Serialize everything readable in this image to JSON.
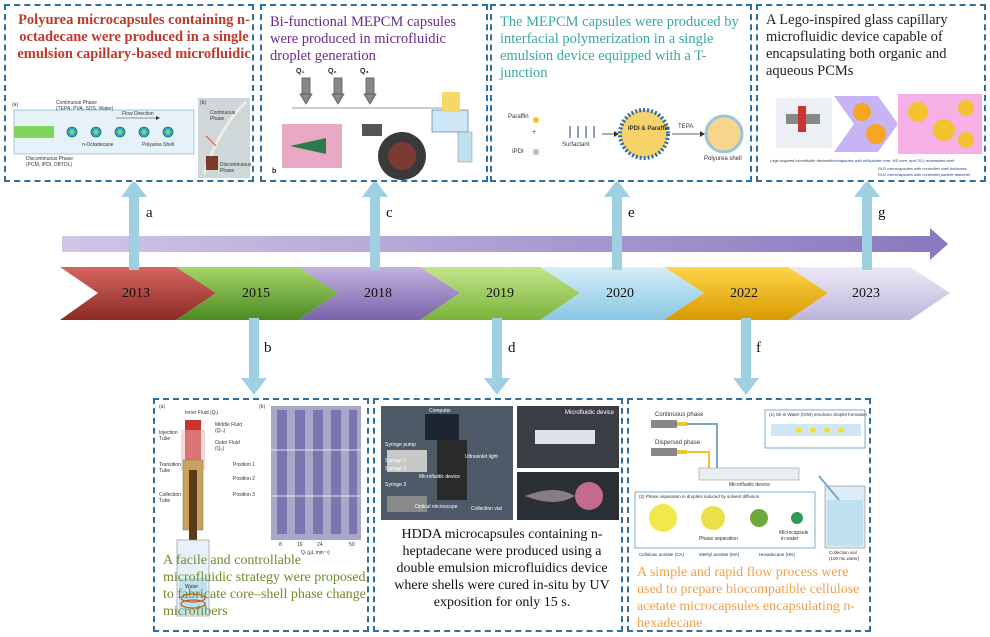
{
  "colors": {
    "border": "#2f6f9f",
    "arrow": "#9fd0e2",
    "timeline_bar": "#9a88c8"
  },
  "timeline": {
    "years": [
      {
        "label": "2013",
        "color": "#b3443d"
      },
      {
        "label": "2015",
        "color": "#7cba3e"
      },
      {
        "label": "2018",
        "color": "#9e86c6"
      },
      {
        "label": "2019",
        "color": "#9dcf55"
      },
      {
        "label": "2020",
        "color": "#a9dbee"
      },
      {
        "label": "2022",
        "color": "#f1bb1a"
      },
      {
        "label": "2023",
        "color": "#cdc7e2"
      }
    ]
  },
  "letters": {
    "a": "a",
    "b": "b",
    "c": "c",
    "d": "d",
    "e": "e",
    "f": "f",
    "g": "g"
  },
  "panels": {
    "a": {
      "title": "Polyurea microcapsules containing n-octadecane were produced in a single emulsion capillary-based microfluidic",
      "labels": {
        "sub_a": "(a)",
        "sub_b": "(b)",
        "continuous": "Continuous Phase",
        "continuous_detail": "(TEPA, PVA, SDS, Water)",
        "flow": "Flow Direction",
        "octadecane": "n-Octadecane",
        "shell": "Polyurea Shell",
        "discontinuous": "Discontinuous Phase",
        "discontinuous_detail": "(PCM, IPDI, DBTDL)",
        "b_continuous": "Continuous",
        "b_phase": "Phase",
        "b_discontinuous": "Discontinuous",
        "b_phase2": "Phase"
      }
    },
    "c": {
      "title": "Bi-functional MEPCM capsules were produced in microfluidic droplet generation",
      "labels": {
        "q1": "Q₁",
        "q2": "Q₂",
        "q3": "Q₃",
        "sub_b": "b"
      }
    },
    "e": {
      "title": "The MEPCM capsules were produced by interfacial polymerization in a single emulsion device equipped with a T-junction",
      "labels": {
        "paraffin": "Paraffin",
        "ipdi": "IPDI",
        "surfactant": "Surfactant",
        "core": "IPDI & Paraffin",
        "tepa": "TEPA",
        "shell": "Polyurea shell",
        "plus": "+"
      }
    },
    "g": {
      "title": "A Lego-inspired glass capillary microfluidic device capable of encapsulating both organic and aqueous PCMs",
      "labels": {
        "device": "Lego-inspired microfluidic device",
        "cap1": "Microcapsules with oil/hydrate core, NS core, and TiO₂ embedded shell",
        "cap2": "RO2 microcapsules with controlled shell thickness",
        "cap3": "RO2 microcapsules with controlled particle diameter"
      }
    },
    "b": {
      "title": "A facile and controllable microfluidic strategy were proposed to fabricate core–shell phase change microfibers",
      "labels": {
        "sub_a": "(a)",
        "sub_b": "(b)",
        "inner": "Inner Fluid (Qᵢ)",
        "middle": "Middle Fluid",
        "middle_q": "(Qₘ)",
        "outer": "Outer Fluid",
        "outer_q": "(Qₒ)",
        "injection": "Injection",
        "tube1": "Tube",
        "transition": "Transition",
        "tube2": "Tube",
        "collection": "Collection",
        "tube3": "Tube",
        "water": "Water",
        "pos1": "Position 1",
        "pos2": "Position 2",
        "pos3": "Position 3",
        "ticks": [
          "8",
          "16",
          "24",
          "50"
        ],
        "xaxis": "Qᵢ (μL min⁻¹)"
      }
    },
    "d": {
      "title": "HDDA microcapsules containing n-heptadecane were produced using a double emulsion microfluidics device where shells were cured in-situ by UV exposition for only 15 s.",
      "labels": {
        "computer": "Computer",
        "syringe_pump": "Syringe pump",
        "syringe1": "Syringe 1",
        "syringe2": "Syringe 2",
        "syringe3": "Syringe 3",
        "device": "Microfluidic device",
        "uv": "Ultraviolet light",
        "microscope": "Optical microscope",
        "vial": "Collection vial",
        "device2": "Microfluidic device"
      }
    },
    "f": {
      "title": "A simple and rapid flow process were used to prepare biocompatible cellulose acetate microcapsules encapsulating n-hexadecane",
      "labels": {
        "continuous": "Continuous phase",
        "dispersed": "Dispersed phase",
        "step1": "(1) Oil-in Water (O/W) emulsion droplet formation",
        "device": "Microfluidic device",
        "step2": "(2) Phase separation in droplets induced by solvent diffusion",
        "separation": "Phase separation",
        "microcapsule": "Microcapsule",
        "in_water": "in water",
        "vial": "Collection vial",
        "vial2": "(100 mL water)",
        "legend_ca": "Cellulose acetate (CA)",
        "legend_ma": "Methyl acetate (MA)",
        "legend_hd": "Hexadecane (HD)"
      }
    }
  }
}
